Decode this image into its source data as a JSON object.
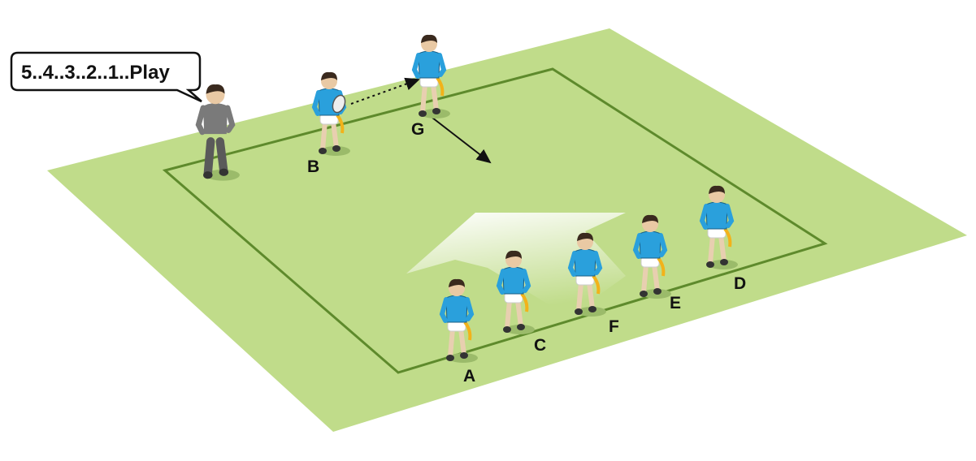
{
  "speech_bubble": {
    "text": "5..4..3..2..1..Play"
  },
  "colors": {
    "field": "#c0dc8a",
    "field_line": "#5e8a2c",
    "jersey": "#2aa0dc",
    "shorts": "#ffffff",
    "tag": "#f2b21a",
    "coach_shirt": "#7a7a7a",
    "coach_trousers": "#5a5a5a"
  },
  "players": [
    {
      "id": "coach",
      "label": "",
      "role": "coach"
    },
    {
      "id": "B",
      "label": "B",
      "role": "ball-carrier"
    },
    {
      "id": "G",
      "label": "G",
      "role": "player"
    },
    {
      "id": "A",
      "label": "A",
      "role": "player"
    },
    {
      "id": "C",
      "label": "C",
      "role": "player"
    },
    {
      "id": "F",
      "label": "F",
      "role": "player"
    },
    {
      "id": "E",
      "label": "E",
      "role": "player"
    },
    {
      "id": "D",
      "label": "D",
      "role": "player"
    }
  ]
}
